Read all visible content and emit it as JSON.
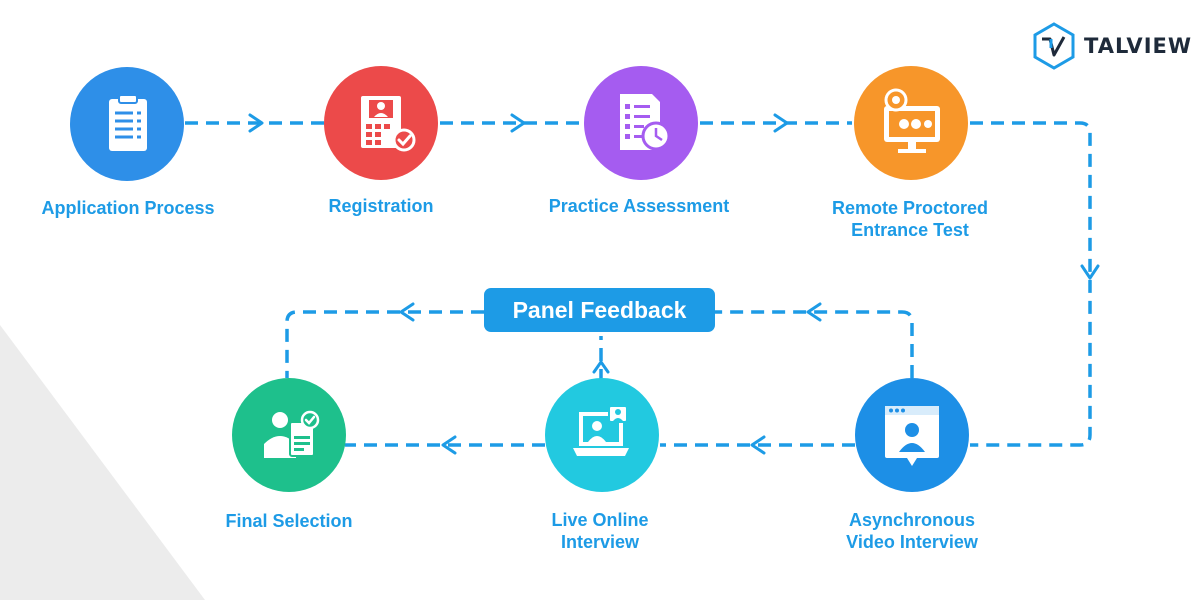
{
  "brand": {
    "name": "TALVIEW",
    "colors": {
      "flow": "#1d9be6",
      "text": "#1e2a3a"
    }
  },
  "stages": [
    {
      "id": "application",
      "label": "Application Process",
      "color": "#2e8fe8",
      "icon": "clipboard-list-icon"
    },
    {
      "id": "registration",
      "label": "Registration",
      "color": "#ec4a4a",
      "icon": "id-card-check-icon"
    },
    {
      "id": "practice",
      "label": "Practice Assessment",
      "color": "#a55cf0",
      "icon": "checklist-clock-icon"
    },
    {
      "id": "remote",
      "label_line1": "Remote Proctored",
      "label_line2": "Entrance Test",
      "color": "#f7962a",
      "icon": "monitor-test-icon"
    },
    {
      "id": "async",
      "label_line1": "Asynchronous",
      "label_line2": "Video Interview",
      "color": "#1d8fe6",
      "icon": "video-window-icon"
    },
    {
      "id": "live",
      "label_line1": "Live Online",
      "label_line2": "Interview",
      "color": "#22c9e0",
      "icon": "laptop-video-call-icon"
    },
    {
      "id": "final",
      "label": "Final Selection",
      "color": "#1ec08c",
      "icon": "person-approved-icon"
    }
  ],
  "panel_feedback": {
    "label": "Panel Feedback"
  }
}
